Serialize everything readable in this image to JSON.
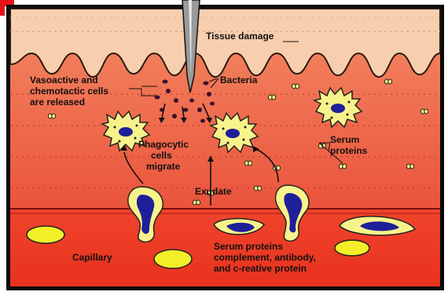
{
  "labels": {
    "tissue_damage": "Tissue damage",
    "vasoactive": [
      "Vasoactive and",
      "chemotactic cells",
      "are released"
    ],
    "bacteria": "Bacteria",
    "phagocytic": [
      "Phagocytic",
      "cells",
      "migrate"
    ],
    "serum_proteins_top": [
      "Serum",
      "proteins"
    ],
    "exudate": "Exudate",
    "capillary": "Capillary",
    "serum_proteins_bottom": [
      "Serum proteins",
      "complement, antibody,",
      "and c-reative protein"
    ]
  },
  "colors": {
    "frame": "#0a0a0a",
    "accent_mark": "#e8141c",
    "skin": "#f7c9a6",
    "tissue": "#ea5a3c",
    "blood": "#f03a26",
    "cell_body": "#f7f28a",
    "nucleus": "#1f1f9a",
    "bacteria": "#3b1030"
  }
}
